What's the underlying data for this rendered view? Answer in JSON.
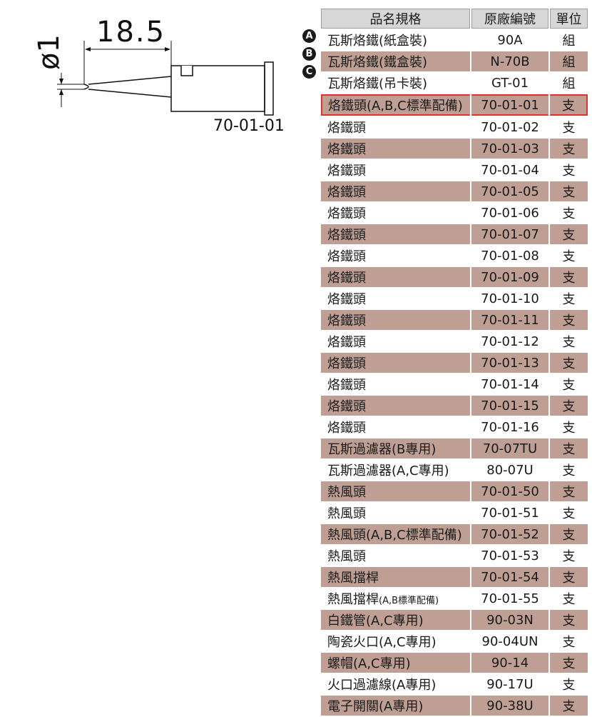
{
  "drawing": {
    "length_dimension": "18.5",
    "diameter_dimension": "1",
    "diameter_symbol": "ø",
    "part_caption": "70-01-01"
  },
  "table": {
    "headers": [
      "品名規格",
      "原廠編號",
      "單位"
    ],
    "markers": [
      "A",
      "B",
      "C"
    ],
    "highlight_row": 3,
    "rows": [
      {
        "name": "瓦斯烙鐵(紙盒裝)",
        "code": "90A",
        "unit": "組",
        "shaded": false
      },
      {
        "name": "瓦斯烙鐵(鐵盒裝)",
        "code": "N-70B",
        "unit": "組",
        "shaded": true
      },
      {
        "name": "瓦斯烙鐵(吊卡裝)",
        "code": "GT-01",
        "unit": "組",
        "shaded": false
      },
      {
        "name": "烙鐵頭(A,B,C標準配備)",
        "code": "70-01-01",
        "unit": "支",
        "shaded": true
      },
      {
        "name": "烙鐵頭",
        "code": "70-01-02",
        "unit": "支",
        "shaded": false
      },
      {
        "name": "烙鐵頭",
        "code": "70-01-03",
        "unit": "支",
        "shaded": true
      },
      {
        "name": "烙鐵頭",
        "code": "70-01-04",
        "unit": "支",
        "shaded": false
      },
      {
        "name": "烙鐵頭",
        "code": "70-01-05",
        "unit": "支",
        "shaded": true
      },
      {
        "name": "烙鐵頭",
        "code": "70-01-06",
        "unit": "支",
        "shaded": false
      },
      {
        "name": "烙鐵頭",
        "code": "70-01-07",
        "unit": "支",
        "shaded": true
      },
      {
        "name": "烙鐵頭",
        "code": "70-01-08",
        "unit": "支",
        "shaded": false
      },
      {
        "name": "烙鐵頭",
        "code": "70-01-09",
        "unit": "支",
        "shaded": true
      },
      {
        "name": "烙鐵頭",
        "code": "70-01-10",
        "unit": "支",
        "shaded": false
      },
      {
        "name": "烙鐵頭",
        "code": "70-01-11",
        "unit": "支",
        "shaded": true
      },
      {
        "name": "烙鐵頭",
        "code": "70-01-12",
        "unit": "支",
        "shaded": false
      },
      {
        "name": "烙鐵頭",
        "code": "70-01-13",
        "unit": "支",
        "shaded": true
      },
      {
        "name": "烙鐵頭",
        "code": "70-01-14",
        "unit": "支",
        "shaded": false
      },
      {
        "name": "烙鐵頭",
        "code": "70-01-15",
        "unit": "支",
        "shaded": true
      },
      {
        "name": "烙鐵頭",
        "code": "70-01-16",
        "unit": "支",
        "shaded": false
      },
      {
        "name": "瓦斯過濾器(B專用)",
        "code": "70-07TU",
        "unit": "支",
        "shaded": true
      },
      {
        "name": "瓦斯過濾器(A,C專用)",
        "code": "80-07U",
        "unit": "支",
        "shaded": false
      },
      {
        "name": "熱風頭",
        "code": "70-01-50",
        "unit": "支",
        "shaded": true
      },
      {
        "name": "熱風頭",
        "code": "70-01-51",
        "unit": "支",
        "shaded": false
      },
      {
        "name": "熱風頭(A,B,C標準配備)",
        "code": "70-01-52",
        "unit": "支",
        "shaded": true
      },
      {
        "name": "熱風頭",
        "code": "70-01-53",
        "unit": "支",
        "shaded": false
      },
      {
        "name": "熱風擋桿",
        "code": "70-01-54",
        "unit": "支",
        "shaded": true
      },
      {
        "name": "熱風擋桿",
        "name_small": "(A,B標準配備)",
        "code": "70-01-55",
        "unit": "支",
        "shaded": false
      },
      {
        "name": "白鐵管(A,C專用)",
        "code": "90-03N",
        "unit": "支",
        "shaded": true
      },
      {
        "name": "陶瓷火口(A,C專用)",
        "code": "90-04UN",
        "unit": "支",
        "shaded": false
      },
      {
        "name": "螺帽(A,C專用)",
        "code": "90-14",
        "unit": "支",
        "shaded": true
      },
      {
        "name": "火口過濾線(A專用)",
        "code": "90-17U",
        "unit": "支",
        "shaded": false
      },
      {
        "name": "電子開關(A專用)",
        "code": "90-38U",
        "unit": "支",
        "shaded": true
      }
    ]
  },
  "colors": {
    "shaded_row": "#bf9f94",
    "header_bg": "#d7d7d7",
    "highlight_border": "#e03030"
  }
}
